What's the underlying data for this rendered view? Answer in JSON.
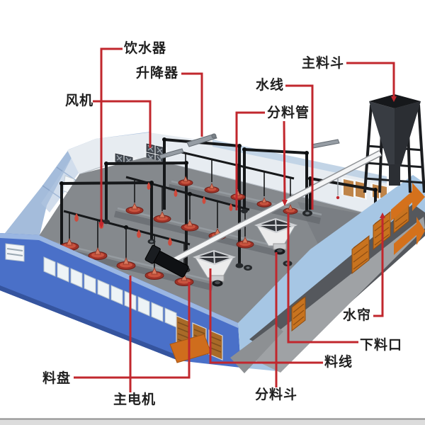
{
  "colors": {
    "annotation_line": "#c1272d",
    "label_text": "#1f1f1f",
    "bottom_bar": "#dcdcdc",
    "bottom_bar_edge": "#8e8e8e",
    "wall_blue": "#4a70c8",
    "roof_blue": "#a4bcdb",
    "floor_gray": "#85898d",
    "curtain_orange": "#c8731f",
    "arrow_orange": "#d4711c"
  },
  "labels": [
    {
      "id": "drinker",
      "text": "饮水器"
    },
    {
      "id": "lifter",
      "text": "升降器"
    },
    {
      "id": "fan",
      "text": "风机"
    },
    {
      "id": "main-hopper",
      "text": "主料斗"
    },
    {
      "id": "water-line",
      "text": "水线"
    },
    {
      "id": "feed-pipe",
      "text": "分料管"
    },
    {
      "id": "water-curtain",
      "text": "水帘"
    },
    {
      "id": "feed-outlet",
      "text": "下料口"
    },
    {
      "id": "feed-line",
      "text": "料线"
    },
    {
      "id": "distribution-hopper",
      "text": "分料斗"
    },
    {
      "id": "feed-pan",
      "text": "料盘"
    },
    {
      "id": "main-motor",
      "text": "主电机"
    }
  ]
}
